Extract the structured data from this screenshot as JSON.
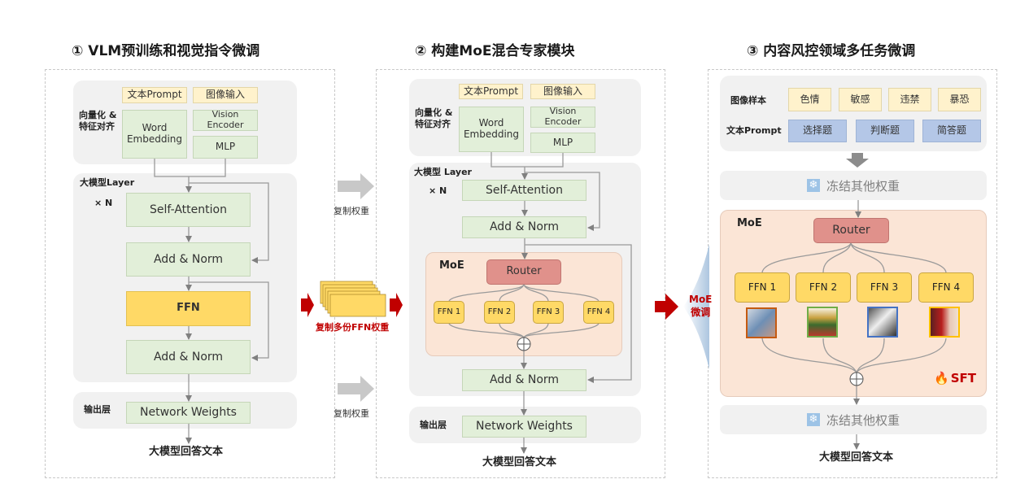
{
  "titles": {
    "step1": "① VLM预训练和视觉指令微调",
    "step2": "② 构建MoE混合专家模块",
    "step3": "③ 内容风控领域多任务微调"
  },
  "panel1": {
    "inputs": [
      "文本Prompt",
      "图像输入"
    ],
    "vectorize_label": "向量化 &\n特征对齐",
    "word_embedding": "Word Embedding",
    "vision_encoder": "Vision Encoder",
    "mlp": "MLP",
    "layer_label": "大模型Layer",
    "repeat": "× N",
    "self_attention": "Self-Attention",
    "add_norm": "Add & Norm",
    "ffn": "FFN",
    "output_label": "输出层",
    "network_weights": "Network Weights",
    "answer": "大模型回答文本"
  },
  "transition1": {
    "copy_weights": "复制权重",
    "copy_ffn": "复制多份FFN权重",
    "copy_weights_2": "复制权重"
  },
  "panel2": {
    "inputs": [
      "文本Prompt",
      "图像输入"
    ],
    "vectorize_label": "向量化 &\n特征对齐",
    "word_embedding": "Word Embedding",
    "vision_encoder": "Vision Encoder",
    "mlp": "MLP",
    "layer_label": "大模型 Layer",
    "repeat": "× N",
    "self_attention": "Self-Attention",
    "add_norm": "Add & Norm",
    "moe_label": "MoE",
    "router": "Router",
    "experts": [
      "FFN 1",
      "FFN 2",
      "FFN 3",
      "FFN 4"
    ],
    "output_label": "输出层",
    "network_weights": "Network Weights",
    "answer": "大模型回答文本"
  },
  "transition2": {
    "label": "MoE\n微调"
  },
  "panel3": {
    "image_samples_label": "图像样本",
    "image_samples": [
      "色情",
      "敏感",
      "违禁",
      "暴恐"
    ],
    "text_prompt_label": "文本Prompt",
    "text_prompts": [
      "选择题",
      "判断题",
      "简答题"
    ],
    "freeze": "冻结其他权重",
    "moe_label": "MoE",
    "router": "Router",
    "experts": [
      "FFN 1",
      "FFN 2",
      "FFN 3",
      "FFN 4"
    ],
    "expert_thumb_colors": [
      "#c55a11",
      "#70ad47",
      "#4472c4",
      "#ffc000"
    ],
    "sft": "SFT",
    "freeze_2": "冻结其他权重",
    "answer": "大模型回答文本"
  },
  "colors": {
    "accent_red": "#c00000"
  }
}
